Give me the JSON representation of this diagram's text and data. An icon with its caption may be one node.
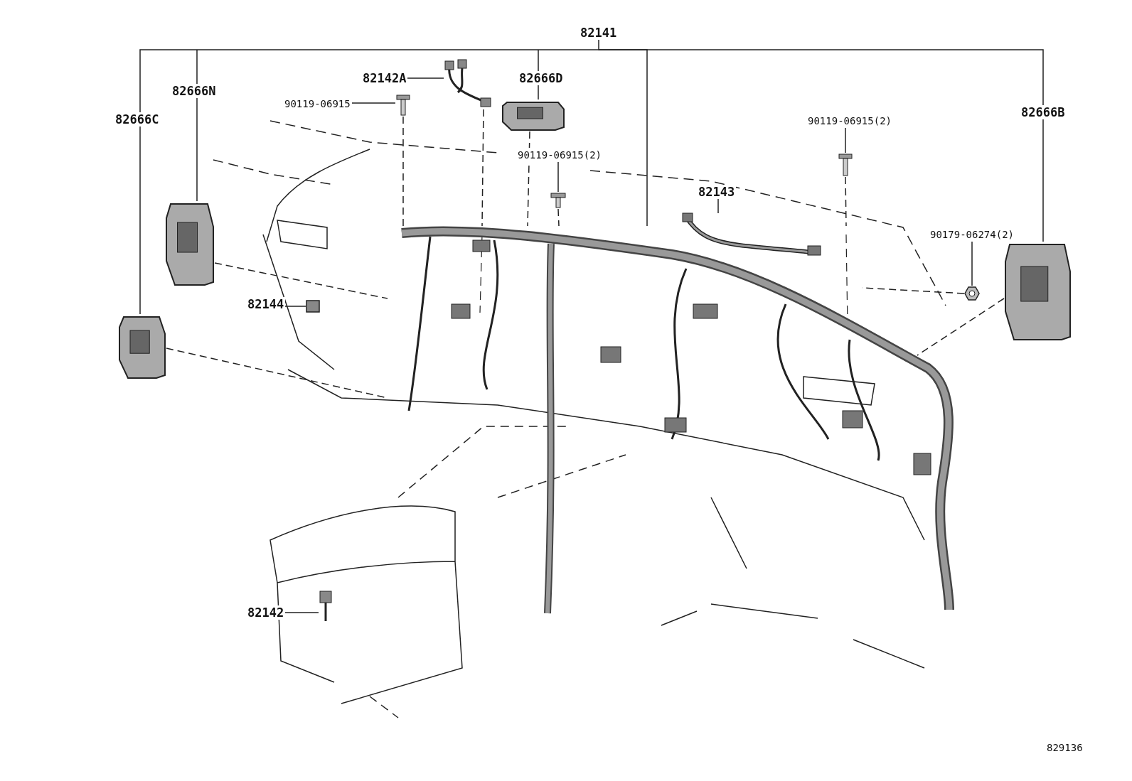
{
  "diagram": {
    "nodes": [
      {
        "text": [
          "82141"
        ]
      },
      {
        "text": [],
        "shape": "picture"
      },
      {
        "text": [
          "82666C"
        ]
      },
      {
        "text": [],
        "shape": "picture"
      },
      {
        "text": [
          "82666N"
        ]
      },
      {
        "text": [],
        "shape": "picture"
      },
      {
        "text": [
          "82142A"
        ]
      },
      {
        "text": [],
        "shape": "picture"
      },
      {
        "text": [
          "82666D"
        ]
      },
      {
        "text": [],
        "shape": "picture"
      },
      {
        "text": [
          "90119-06915"
        ]
      },
      {
        "text": [],
        "shape": "picture"
      },
      {
        "text": [
          "90119-06915(2)"
        ]
      },
      {
        "text": [],
        "shape": "picture"
      },
      {
        "text": [
          "90119-06915(2)"
        ]
      },
      {
        "text": [],
        "shape": "picture"
      },
      {
        "text": [
          "82143"
        ]
      },
      {
        "text": [],
        "shape": "picture"
      },
      {
        "text": [
          "90179-06274(2)"
        ]
      },
      {
        "text": [],
        "shape": "picture"
      },
      {
        "text": [
          "82666B"
        ]
      },
      {
        "text": [],
        "shape": "picture"
      },
      {
        "text": [
          "82144"
        ]
      },
      {
        "text": [],
        "shape": "box"
      },
      {
        "text": [
          "82142"
        ]
      },
      {
        "text": [],
        "shape": "picture"
      }
    ],
    "edges": [
      {
        "from": 0,
        "to": 1,
        "arrow": "none"
      },
      {
        "from": 2,
        "to": 3,
        "arrow": "none"
      },
      {
        "from": 4,
        "to": 5,
        "arrow": "none"
      },
      {
        "from": 6,
        "to": 7,
        "arrow": "none"
      },
      {
        "from": 8,
        "to": 9,
        "arrow": "none"
      },
      {
        "from": 10,
        "to": 11,
        "arrow": "none"
      },
      {
        "from": 12,
        "to": 13,
        "arrow": "none"
      },
      {
        "from": 14,
        "to": 15,
        "arrow": "none"
      },
      {
        "from": 16,
        "to": 17,
        "arrow": "none"
      },
      {
        "from": 18,
        "to": 19,
        "arrow": "none"
      },
      {
        "from": 20,
        "to": 21,
        "arrow": "none"
      },
      {
        "from": 22,
        "to": 23,
        "arrow": "none"
      },
      {
        "from": 24,
        "to": 25,
        "arrow": "none"
      },
      {
        "from": 3,
        "to": 1,
        "arrow": "none",
        "style": "dashed"
      },
      {
        "from": 5,
        "to": 1,
        "arrow": "none",
        "style": "dashed"
      },
      {
        "from": 11,
        "to": 1,
        "arrow": "none",
        "style": "dashed"
      },
      {
        "from": 7,
        "to": 1,
        "arrow": "none",
        "style": "dashed"
      },
      {
        "from": 9,
        "to": 1,
        "arrow": "none",
        "style": "dashed"
      },
      {
        "from": 13,
        "to": 1,
        "arrow": "none",
        "style": "dashed"
      },
      {
        "from": 15,
        "to": 1,
        "arrow": "none",
        "style": "dashed"
      },
      {
        "from": 19,
        "to": 1,
        "arrow": "none",
        "style": "dashed"
      },
      {
        "from": 21,
        "to": 1,
        "arrow": "none",
        "style": "dashed"
      }
    ],
    "labels": [
      "829136"
    ]
  }
}
